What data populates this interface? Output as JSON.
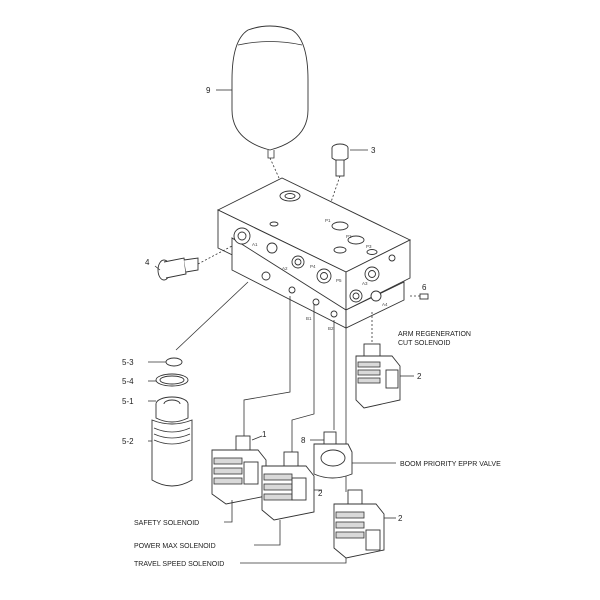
{
  "callouts": {
    "n9": "9",
    "n3": "3",
    "n4": "4",
    "n6": "6",
    "n1": "1",
    "n8": "8",
    "n2a": "2",
    "n2b": "2",
    "n2c": "2",
    "n5_3": "5-3",
    "n5_4": "5-4",
    "n5_1": "5-1",
    "n5_2": "5-2"
  },
  "labels": {
    "arm_regen_line1": "ARM REGENERATION",
    "arm_regen_line2": "CUT SOLENOID",
    "boom_priority": "BOOM PRIORITY EPPR VALVE",
    "safety": "SAFETY SOLENOID",
    "power_max": "POWER MAX SOLENOID",
    "travel_speed": "TRAVEL SPEED SOLENOID"
  },
  "ports": {
    "p1": "P1",
    "p2": "P2",
    "p3": "P3",
    "p4": "P4",
    "p5": "P5",
    "a1": "A1",
    "a2": "A2",
    "a3": "A3",
    "a4": "A4",
    "b1": "B1",
    "b2": "B2"
  }
}
